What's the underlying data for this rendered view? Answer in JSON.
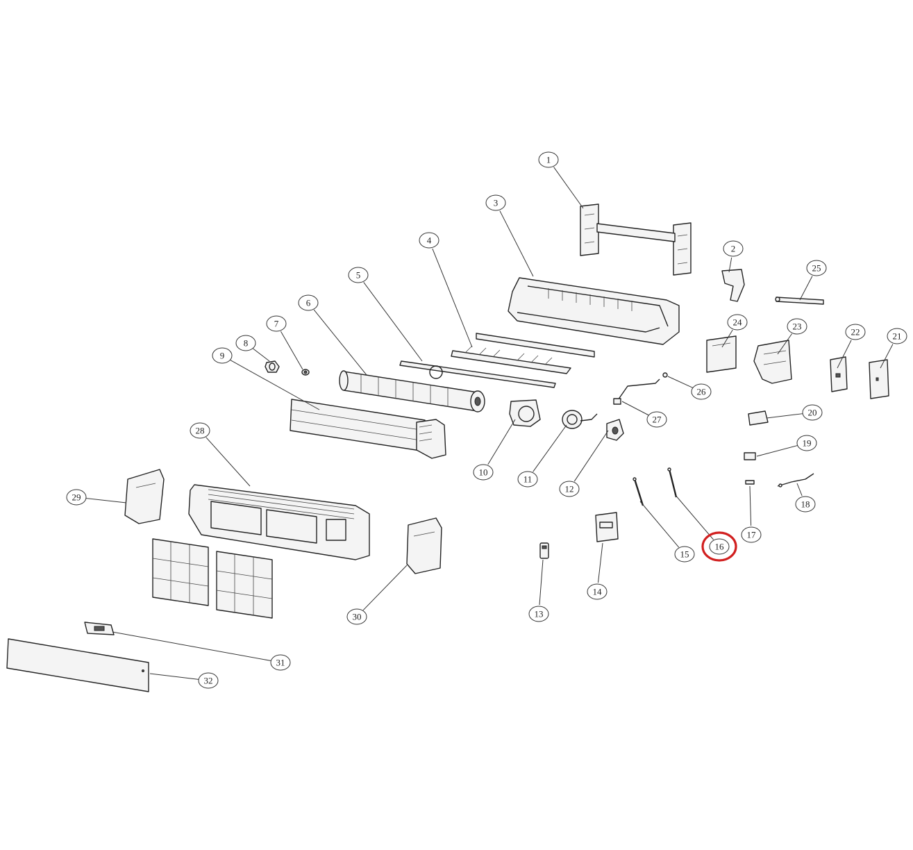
{
  "callouts": [
    "1",
    "2",
    "3",
    "4",
    "5",
    "6",
    "7",
    "8",
    "9",
    "10",
    "11",
    "12",
    "13",
    "14",
    "15",
    "16",
    "17",
    "18",
    "19",
    "20",
    "21",
    "22",
    "23",
    "24",
    "25",
    "26",
    "27",
    "28",
    "29",
    "30",
    "31",
    "32"
  ],
  "highlight": {
    "label": "16",
    "color": "#d11f1f"
  }
}
